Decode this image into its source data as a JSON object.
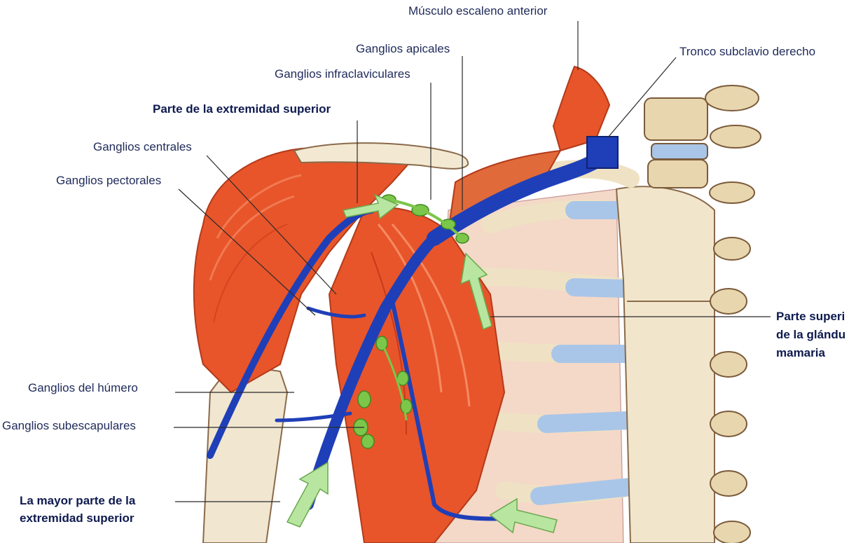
{
  "labels": {
    "escaleno": "Músculo escaleno anterior",
    "tronco": "Tronco subclavio derecho",
    "apicales": "Ganglios apicales",
    "infraclaviculares": "Ganglios infraclaviculares",
    "parte_extremidad": "Parte de la extremidad superior",
    "centrales": "Ganglios centrales",
    "pectorales": "Ganglios pectorales",
    "mamaria_1": "Parte superi",
    "mamaria_2": "de la glándu",
    "mamaria_3": "mamaria",
    "humero": "Ganglios del húmero",
    "subescapulares": "Ganglios subescapulares",
    "mayor_1": "La mayor parte de la",
    "mayor_2": "extremidad superior"
  },
  "colors": {
    "muscle": "#e8552a",
    "muscle_dark": "#c63a1c",
    "vein": "#1f3fb8",
    "lymph": "#7cc64a",
    "arrow": "#b8e6a0",
    "bone": "#efe2c4",
    "cartilage": "#a9c6e8",
    "label": "#1f2a5a"
  },
  "icons": {
    "flow_arrow": "flow-arrow-icon"
  }
}
